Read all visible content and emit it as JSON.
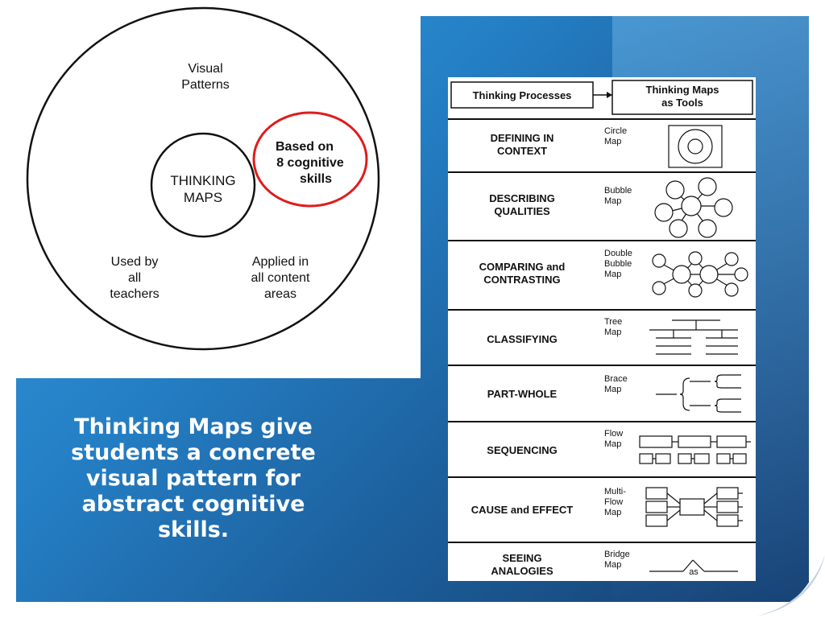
{
  "circle_diagram": {
    "top_label": [
      "Visual",
      "Patterns"
    ],
    "center_label": [
      "THINKING",
      "MAPS"
    ],
    "highlight_label": [
      "Based on",
      "8 cognitive",
      "skills"
    ],
    "bottom_left_label": [
      "Used by",
      "all",
      "teachers"
    ],
    "bottom_right_label": [
      "Applied in",
      "all content",
      "areas"
    ],
    "highlight_color": "#e01b1b"
  },
  "caption": "Thinking Maps give students a concrete visual pattern for abstract cognitive skills.",
  "table": {
    "header_left": "Thinking Processes",
    "header_right": [
      "Thinking Maps",
      "as Tools"
    ],
    "rows": [
      {
        "process": [
          "DEFINING IN",
          "CONTEXT"
        ],
        "tool": [
          "Circle",
          "Map"
        ],
        "icon": "circle-map-icon"
      },
      {
        "process": [
          "DESCRIBING",
          "QUALITIES"
        ],
        "tool": [
          "Bubble",
          "Map"
        ],
        "icon": "bubble-map-icon"
      },
      {
        "process": [
          "COMPARING and",
          "CONTRASTING"
        ],
        "tool": [
          "Double",
          "Bubble",
          "Map"
        ],
        "icon": "double-bubble-map-icon"
      },
      {
        "process": [
          "CLASSIFYING"
        ],
        "tool": [
          "Tree",
          "Map"
        ],
        "icon": "tree-map-icon"
      },
      {
        "process": [
          "PART-WHOLE"
        ],
        "tool": [
          "Brace",
          "Map"
        ],
        "icon": "brace-map-icon"
      },
      {
        "process": [
          "SEQUENCING"
        ],
        "tool": [
          "Flow",
          "Map"
        ],
        "icon": "flow-map-icon"
      },
      {
        "process": [
          "CAUSE and EFFECT"
        ],
        "tool": [
          "Multi-",
          "Flow",
          "Map"
        ],
        "icon": "multi-flow-map-icon"
      },
      {
        "process": [
          "SEEING",
          "ANALOGIES"
        ],
        "tool": [
          "Bridge",
          "Map"
        ],
        "icon": "bridge-map-icon",
        "bridge_word": "as"
      }
    ]
  },
  "colors": {
    "panel_blue": "#2580c6",
    "caption_text": "#ffffff"
  }
}
